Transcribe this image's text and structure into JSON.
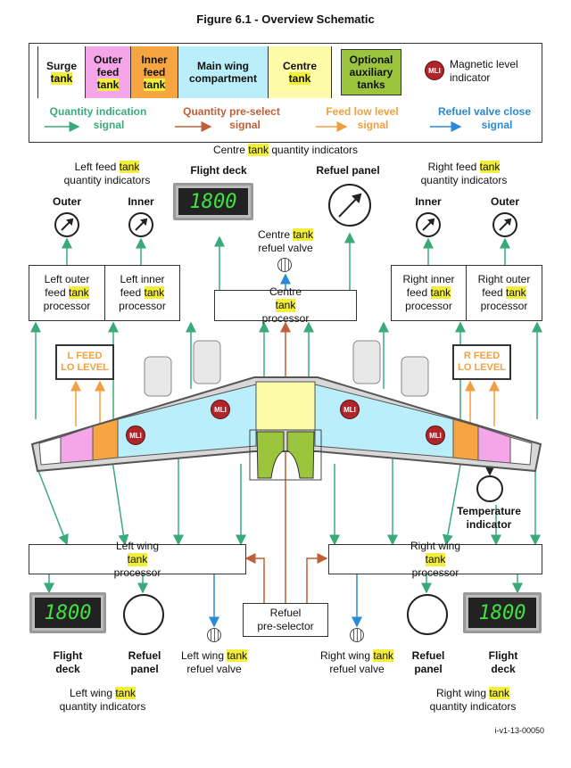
{
  "title": "Figure 6.1 - Overview Schematic",
  "legend": {
    "surge": {
      "line1": "Surge",
      "line2": "tank"
    },
    "outer_feed": {
      "line1": "Outer",
      "line2": "feed",
      "line3": "tank"
    },
    "inner_feed": {
      "line1": "Inner",
      "line2": "feed",
      "line3": "tank"
    },
    "main_wing": {
      "line1": "Main wing",
      "line2": "compartment"
    },
    "centre": {
      "line1": "Centre",
      "line2": "tank"
    },
    "optional": {
      "line1": "Optional",
      "line2": "auxiliary",
      "line3": "tanks"
    },
    "mli_badge": "MLI",
    "mli_text": {
      "line1": "Magnetic level",
      "line2": "indicator"
    },
    "colors": {
      "surge": "#ffffff",
      "outer_feed": "#f4a6e8",
      "inner_feed": "#f7a540",
      "main_wing": "#b9eefa",
      "centre": "#fdfaa8",
      "optional": "#9bc53d"
    }
  },
  "signals": {
    "quantity": {
      "line1": "Quantity indication",
      "line2": "signal",
      "color": "#3aaa7a"
    },
    "preselect": {
      "line1": "Quantity pre-select",
      "line2": "signal",
      "color": "#c0603a"
    },
    "feed_low": {
      "line1": "Feed low level",
      "line2": "signal",
      "color": "#f0a040"
    },
    "refuel_close": {
      "line1": "Refuel valve close",
      "line2": "signal",
      "color": "#2a8ad8"
    }
  },
  "top": {
    "centre_qty": "Centre tank quantity indicators",
    "left_feed_qty": {
      "line1": "Left feed tank",
      "line2": "quantity indicators"
    },
    "right_feed_qty": {
      "line1": "Right feed tank",
      "line2": "quantity indicators"
    },
    "flight_deck": "Flight deck",
    "refuel_panel": "Refuel panel",
    "outer": "Outer",
    "inner": "Inner",
    "lcd": "1800",
    "centre_valve": {
      "line1": "Centre tank",
      "line2": "refuel valve"
    }
  },
  "processors": {
    "left_outer": {
      "line1": "Left outer",
      "line2": "feed tank",
      "line3": "processor"
    },
    "left_inner": {
      "line1": "Left inner",
      "line2": "feed tank",
      "line3": "processor"
    },
    "centre": "Centre tank processor",
    "right_inner": {
      "line1": "Right inner",
      "line2": "feed tank",
      "line3": "processor"
    },
    "right_outer": {
      "line1": "Right outer",
      "line2": "feed tank",
      "line3": "processor"
    },
    "left_wing": "Left wing tank processor",
    "right_wing": "Right wing tank processor",
    "refuel_preselector": {
      "line1": "Refuel",
      "line2": "pre-selector"
    }
  },
  "warnings": {
    "left": {
      "line1": "L FEED",
      "line2": "LO LEVEL"
    },
    "right": {
      "line1": "R FEED",
      "line2": "LO LEVEL"
    }
  },
  "wing": {
    "mli": "MLI",
    "temp": {
      "line1": "Temperature",
      "line2": "indicator"
    }
  },
  "bottom": {
    "flight_deck": {
      "line1": "Flight",
      "line2": "deck"
    },
    "refuel_panel": {
      "line1": "Refuel",
      "line2": "panel"
    },
    "left_valve": {
      "line1": "Left wing tank",
      "line2": "refuel valve"
    },
    "right_valve": {
      "line1": "Right wing tank",
      "line2": "refuel valve"
    },
    "left_qty": {
      "line1": "Left wing tank",
      "line2": "quantity indicators"
    },
    "right_qty": {
      "line1": "Right wing tank",
      "line2": "quantity indicators"
    },
    "lcd": "1800"
  },
  "ref": "i-v1-13-00050"
}
